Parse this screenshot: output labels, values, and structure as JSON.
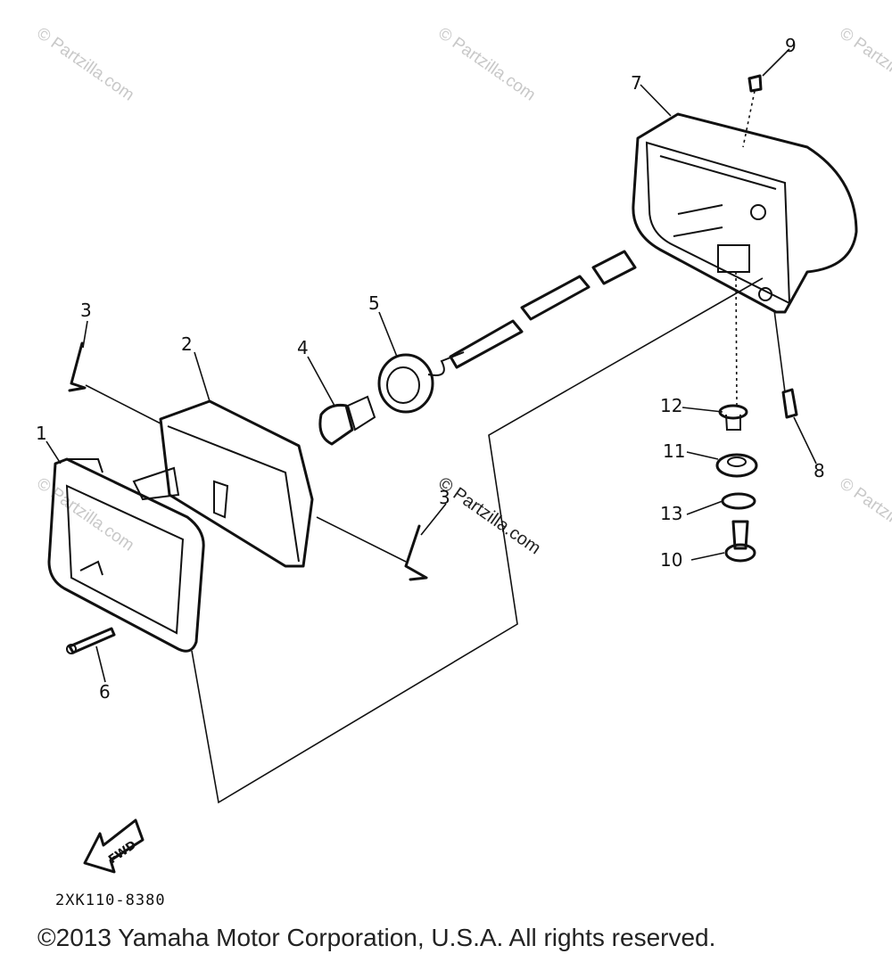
{
  "diagram": {
    "callouts": [
      {
        "id": "1",
        "label": "1"
      },
      {
        "id": "2",
        "label": "2"
      },
      {
        "id": "3a",
        "label": "3"
      },
      {
        "id": "3b",
        "label": "3"
      },
      {
        "id": "4",
        "label": "4"
      },
      {
        "id": "5",
        "label": "5"
      },
      {
        "id": "6",
        "label": "6"
      },
      {
        "id": "7",
        "label": "7"
      },
      {
        "id": "8",
        "label": "8"
      },
      {
        "id": "9",
        "label": "9"
      },
      {
        "id": "10",
        "label": "10"
      },
      {
        "id": "11",
        "label": "11"
      },
      {
        "id": "12",
        "label": "12"
      },
      {
        "id": "13",
        "label": "13"
      }
    ],
    "fwd_label": "FWD",
    "drawing_code": "2XK110-8380",
    "watermark": "© Partzilla.com",
    "copyright": "©2013 Yamaha Motor Corporation, U.S.A. All rights reserved."
  }
}
